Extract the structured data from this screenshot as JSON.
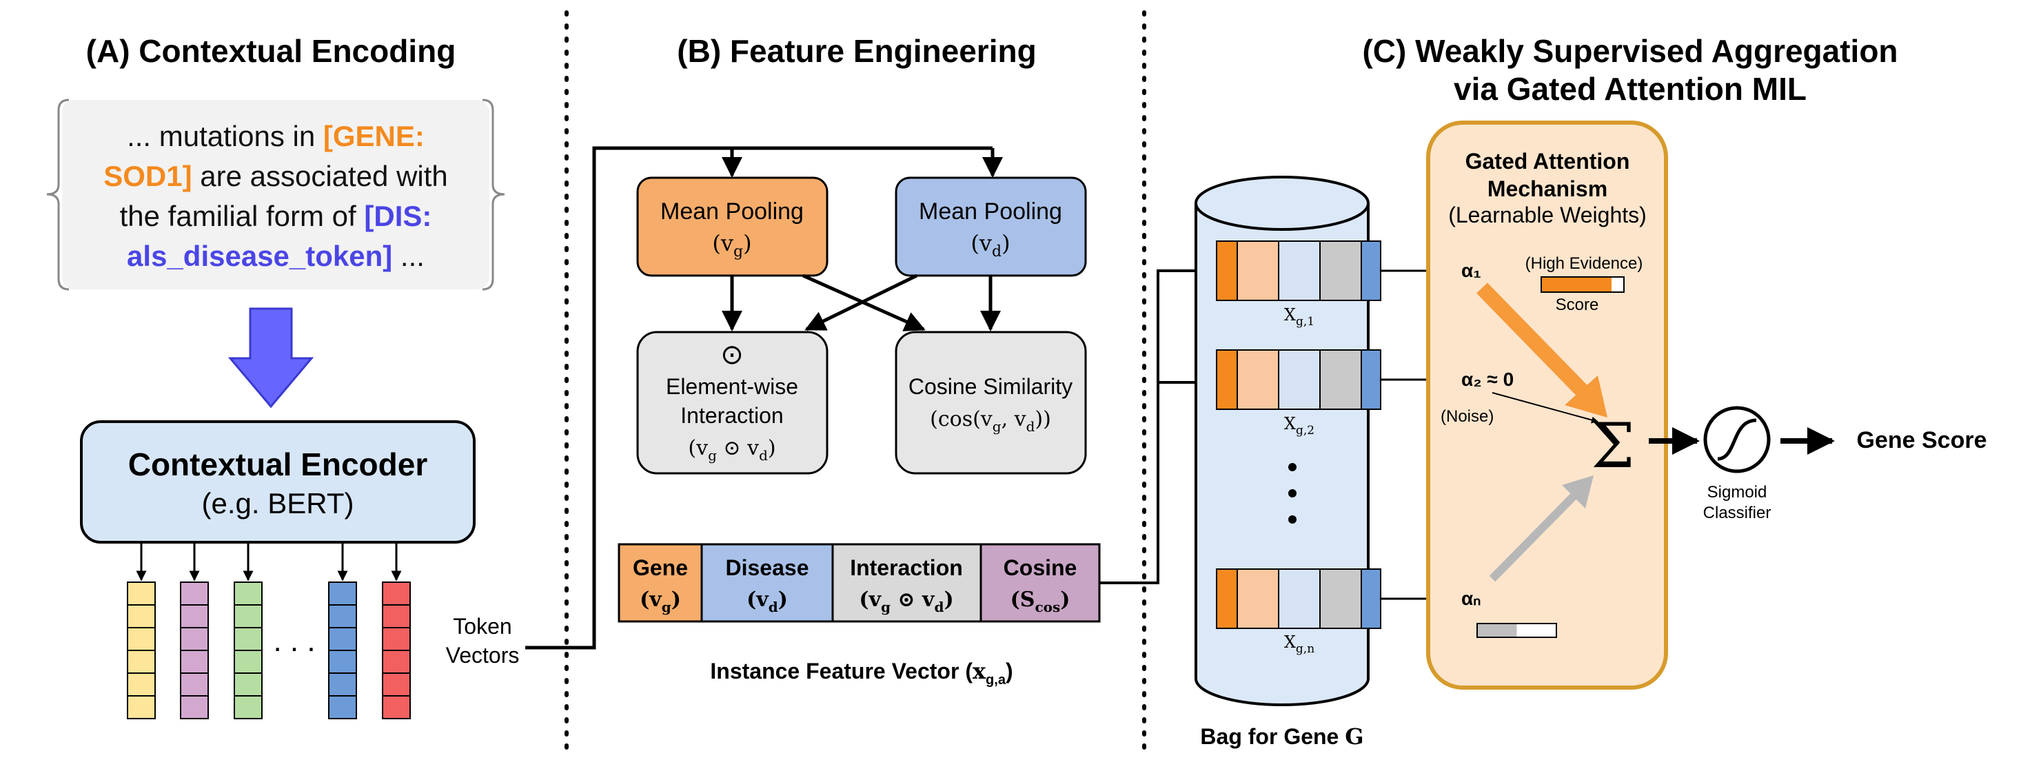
{
  "panels": {
    "a": {
      "title": "(A) Contextual Encoding",
      "snippet": {
        "l1_pre": "... mutations in ",
        "l1_tag": "[GENE:",
        "l2_tag": "SOD1]",
        "l2_post": " are associated with",
        "l3_pre": "the familial form of ",
        "l3_tag": "[DIS:",
        "l4_tag": "als_disease_token]",
        "l4_post": " ..."
      },
      "encoder": {
        "title": "Contextual Encoder",
        "subtitle": "(e.g. BERT)"
      },
      "ellipsis": ". . .",
      "token_vectors": [
        "Token",
        "Vectors"
      ]
    },
    "b": {
      "title": "(B)  Feature Engineering",
      "mean_pool_g": {
        "label": "Mean Pooling",
        "sym": "v",
        "sub": "g"
      },
      "mean_pool_d": {
        "label": "Mean Pooling",
        "sym": "v",
        "sub": "d"
      },
      "elementwise": {
        "symbol": "⊙",
        "line1": "Element-wise",
        "line2": "Interaction",
        "f_a": "v",
        "f_a_sub": "g",
        "f_op": " ⊙ v",
        "f_b_sub": "d"
      },
      "cosine": {
        "line1": "Cosine Similarity",
        "f_a": "(cos(v",
        "f_a_sub": "g",
        "f_mid": ", v",
        "f_b_sub": "d",
        "f_end": "))"
      },
      "feature_segments": [
        {
          "name": "Gene",
          "sym": "v",
          "sub": "g",
          "color": "#f6ad6b"
        },
        {
          "name": "Disease",
          "sym": "v",
          "sub": "d",
          "color": "#a9c1e8"
        },
        {
          "name": "Interaction",
          "sym": "v",
          "sub": "g",
          "op": " ⊙ v",
          "sub2": "d",
          "color": "#d9d9d9"
        },
        {
          "name": "Cosine",
          "sym": "S",
          "sub": "cos",
          "color": "#c8a5c4"
        }
      ],
      "feature_caption": "Instance Feature Vector (",
      "feature_caption_sym": "x",
      "feature_caption_sub": "g,a",
      "feature_caption_end": ")"
    },
    "c": {
      "title_line1": "(C)  Weakly Supervised Aggregation",
      "title_line2": "via Gated Attention MIL",
      "bag_caption": "Bag for Gene ",
      "bag_caption_g": "G",
      "instances": [
        {
          "sym": "X",
          "sub": "g,1"
        },
        {
          "sym": "X",
          "sub": "g,2"
        },
        {
          "sym": "X",
          "sub": "g,n"
        }
      ],
      "vdots": ":",
      "gate": {
        "title1": "Gated Attention",
        "title2": "Mechanism",
        "subtitle": "(Learnable Weights)",
        "alpha1": "α₁",
        "alpha2": "α₂ ≈ 0",
        "alphan": "αₙ",
        "high_evidence": "(High Evidence)",
        "score_label": "Score",
        "noise": "(Noise)",
        "sum": "Σ",
        "high_score": 0.85,
        "low_score": 0.5
      },
      "classifier": [
        "Sigmoid",
        "Classifier"
      ],
      "output": "Gene Score"
    }
  },
  "colors": {
    "gene_orange": "#f48a1f",
    "disease_blue": "#4b45e6",
    "gene_fill": "#f6ad6b",
    "disease_fill": "#a9c1e8",
    "encoder_fill": "#d6e6f7",
    "gate_fill": "#fde5cc",
    "gate_border": "#d79b2c",
    "bag_fill": "#dbe8f7",
    "gray_box": "#e6e6e6",
    "arrow_down": "#6666ff",
    "token_colors": [
      "#fde59a",
      "#d2a8cf",
      "#b6dda2",
      "#6c9bd8",
      "#f26060"
    ]
  }
}
